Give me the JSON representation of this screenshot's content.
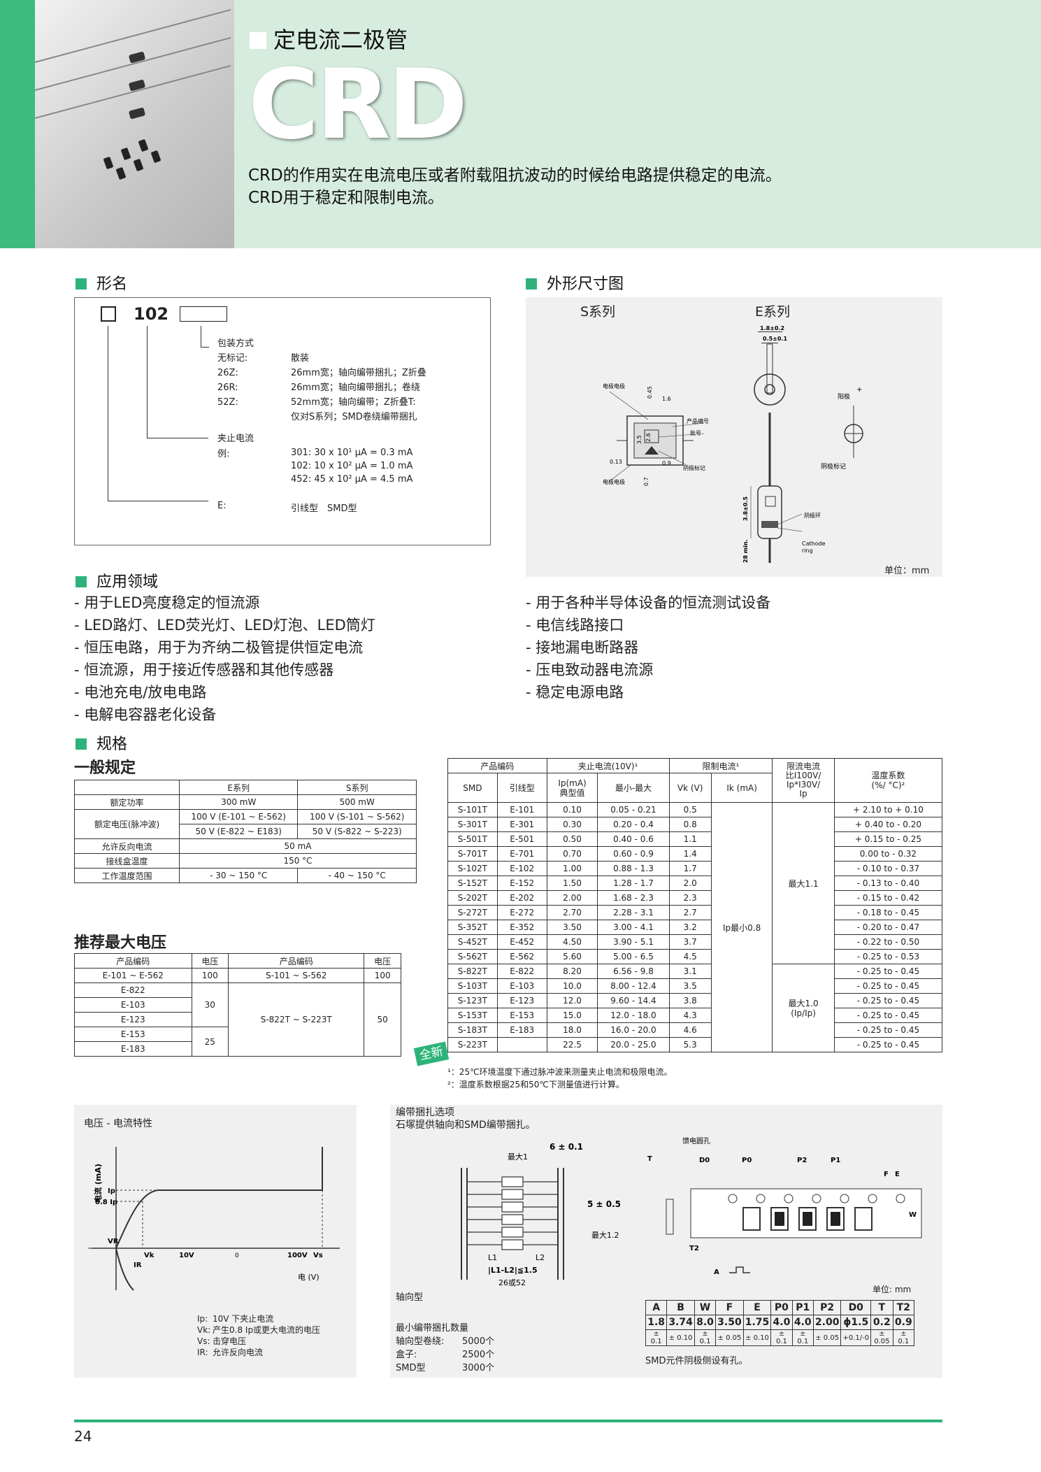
{
  "header": {
    "subtitle": "定电流二极管",
    "title": "CRD",
    "desc1": "CRD的作用实在电流电压或者附载阻抗波动的时候给电路提供稳定的电流。",
    "desc2": "CRD用于稳定和限制电流。"
  },
  "model": {
    "heading": "形名",
    "box_code": "102",
    "pack_title": "包装方式",
    "pack_rows": [
      {
        "k": "无标记:",
        "v": "散装"
      },
      {
        "k": "26Z:",
        "v": "26mm宽；轴向编带捆扎；Z折叠"
      },
      {
        "k": "26R:",
        "v": "26mm宽；轴向编带捆扎；卷绕"
      },
      {
        "k": "52Z:",
        "v": "52mm宽；轴向编带；Z折叠T:"
      },
      {
        "k": "",
        "v": "仅对S系列；SMD卷绕编带捆扎"
      }
    ],
    "cur_title": "夹止电流",
    "cur_k": "例:",
    "cur_rows": [
      "301: 30 x 10¹ μA = 0.3 mA",
      "102: 10 x 10² μA = 1.0 mA",
      "452: 45 x 10² μA = 4.5 mA"
    ],
    "e_k": "E:",
    "e_v": "引线型　SMD型"
  },
  "outline": {
    "heading": "外形尺寸图",
    "s_series": "S系列",
    "e_series": "E系列",
    "unit": "单位：mm",
    "labels": {
      "d1": "1.8±0.2",
      "d2": "0.5±0.1",
      "anode": "阳极",
      "plus": "+",
      "cathode_mark": "阴极标记",
      "cathode_ring": "阴极环",
      "cathode_ring_en1": "Cathode",
      "cathode_ring_en2": "ring",
      "l1": "3.8±0.5",
      "l2": "28 min.",
      "s_label1": "电极电极",
      "s_label2": "产品编号",
      "s_label3": "批号",
      "s_label4": "阴极标记",
      "s_label5": "电极电极",
      "s_d1": "1.6",
      "s_d2": "0.45",
      "s_d3": "3.5",
      "s_d4": "2.6",
      "s_d5": "0.9",
      "s_d6": "0.13",
      "s_d7": "0.7"
    }
  },
  "apps": {
    "heading": "应用领域",
    "left": [
      "- 用于LED亮度稳定的恒流源",
      "- LED路灯、LED荧光灯、LED灯泡、LED筒灯",
      "- 恒压电路，用于为齐纳二极管提供恒定电流",
      "- 恒流源，用于接近传感器和其他传感器",
      "- 电池充电/放电电路",
      "- 电解电容器老化设备"
    ],
    "right": [
      "- 用于各种半导体设备的恒流测试设备",
      "- 电信线路接口",
      "- 接地漏电断路器",
      "- 压电致动器电流源",
      "- 稳定电源电路"
    ]
  },
  "spec": {
    "heading": "规格",
    "general": "一般规定",
    "g_head": [
      "",
      "E系列",
      "S系列"
    ],
    "g_rows": [
      {
        "k": "额定功率",
        "e": "300 mW",
        "s": "500 mW"
      },
      {
        "k": "额定电压(脉冲波)",
        "e": "100 V (E-101 ~ E-562)",
        "s": "100 V (S-101 ~ S-562)",
        "e2": "50 V (E-822 ~ E183)",
        "s2": "50 V (S-822 ~ S-223)"
      },
      {
        "k": "允许反向电流",
        "both": "50 mA"
      },
      {
        "k": "接线盒温度",
        "both": "150 °C"
      },
      {
        "k": "工作温度范围",
        "e": "- 30 ~ 150 °C",
        "s": "- 40 ~ 150 °C"
      }
    ],
    "rec_title": "推荐最大电压",
    "rec_head": [
      "产品编码",
      "电压",
      "产品编码",
      "电压"
    ],
    "rec": {
      "r1a": "E-101 ~ E-562",
      "r1b": "100",
      "r1c": "S-101 ~ S-562",
      "r1d": "100",
      "e_list": [
        "E-822",
        "E-103",
        "E-123",
        "E-153",
        "E-183"
      ],
      "v30": "30",
      "v25": "25",
      "s_span": "S-822T ~ S-223T",
      "v50": "50"
    },
    "main_head": {
      "code": "产品编码",
      "ip": "夹止电流(10V)¹",
      "lim": "限制电流¹",
      "ratio1": "限流电流",
      "ratio2": "比I100V/",
      "ratio3": "Ip*I30V/",
      "ratio4": "Ip",
      "temp1": "温度系数",
      "temp2": "(%/ °C)²",
      "smd": "SMD",
      "lead": "引线型",
      "ipt1": "Ip(mA)",
      "ipt2": "典型值",
      "minmax": "最小-最大",
      "vk": "Vk (V)",
      "ik": "Ik (mA)"
    },
    "main_rows": [
      [
        "S-101T",
        "E-101",
        "0.10",
        "0.05 - 0.21",
        "0.5",
        "+ 2.10 to + 0.10"
      ],
      [
        "S-301T",
        "E-301",
        "0.30",
        "0.20 - 0.4",
        "0.8",
        "+ 0.40 to - 0.20"
      ],
      [
        "S-501T",
        "E-501",
        "0.50",
        "0.40 - 0.6",
        "1.1",
        "+ 0.15 to - 0.25"
      ],
      [
        "S-701T",
        "E-701",
        "0.70",
        "0.60 - 0.9",
        "1.4",
        "0.00 to - 0.32"
      ],
      [
        "S-102T",
        "E-102",
        "1.00",
        "0.88 - 1.3",
        "1.7",
        "- 0.10 to - 0.37"
      ],
      [
        "S-152T",
        "E-152",
        "1.50",
        "1.28 - 1.7",
        "2.0",
        "- 0.13 to - 0.40"
      ],
      [
        "S-202T",
        "E-202",
        "2.00",
        "1.68 - 2.3",
        "2.3",
        "- 0.15 to - 0.42"
      ],
      [
        "S-272T",
        "E-272",
        "2.70",
        "2.28 - 3.1",
        "2.7",
        "- 0.18 to - 0.45"
      ],
      [
        "S-352T",
        "E-352",
        "3.50",
        "3.00 - 4.1",
        "3.2",
        "- 0.20 to - 0.47"
      ],
      [
        "S-452T",
        "E-452",
        "4.50",
        "3.90 - 5.1",
        "3.7",
        "- 0.22 to - 0.50"
      ],
      [
        "S-562T",
        "E-562",
        "5.60",
        "5.00 - 6.5",
        "4.5",
        "- 0.25 to - 0.53"
      ],
      [
        "S-822T",
        "E-822",
        "8.20",
        "6.56 - 9.8",
        "3.1",
        "- 0.25 to - 0.45"
      ],
      [
        "S-103T",
        "E-103",
        "10.0",
        "8.00 - 12.4",
        "3.5",
        "- 0.25 to - 0.45"
      ],
      [
        "S-123T",
        "E-123",
        "12.0",
        "9.60 - 14.4",
        "3.8",
        "- 0.25 to - 0.45"
      ],
      [
        "S-153T",
        "E-153",
        "15.0",
        "12.0 - 18.0",
        "4.3",
        "- 0.25 to - 0.45"
      ],
      [
        "S-183T",
        "E-183",
        "18.0",
        "16.0 - 20.0",
        "4.6",
        "- 0.25 to - 0.45"
      ],
      [
        "S-223T",
        "",
        "22.5",
        "20.0 - 25.0",
        "5.3",
        "- 0.25 to - 0.45"
      ]
    ],
    "ik_span": "Ip最小0.8",
    "ratio_a": "最大1.1",
    "ratio_b1": "最大1.0",
    "ratio_b2": "(Ip/Ip)",
    "new_badge": "全新",
    "note1": "¹：25℃环境温度下通过脉冲波来测量夹止电流和极限电流。",
    "note2": "²：温度系数根据25和50℃下测量值进行计算。"
  },
  "iv": {
    "title": "电压 - 电流特性",
    "ylabel": "电流 (mA)",
    "xlabel": "电 (V)",
    "ip": "Ip",
    "ip08": "0.8 Ip",
    "vr": "VR",
    "vk": "Vk",
    "v10": "10V",
    "v100": "100V",
    "vs": "Vs",
    "ir": "IR",
    "zero": "0",
    "legend": [
      {
        "k": "Ip:",
        "v": "10V 下夹止电流"
      },
      {
        "k": "Vk:",
        "v": "产生0.8 Ip或更大电流的电压"
      },
      {
        "k": "Vs:",
        "v": "击穿电压"
      },
      {
        "k": "IR:",
        "v": "允许反向电流"
      }
    ]
  },
  "tape": {
    "title": "编带捆扎选项",
    "sub": "石塚提供轴向和SMD编带捆扎。",
    "axial": "轴向型",
    "a_max1": "最大1",
    "a_6": "6 ± 0.1",
    "a_5": "5 ± 0.5",
    "a_max12": "最大1.2",
    "a_l1": "L1",
    "a_l2": "L2",
    "a_l1l2": "|L1-L2|≦1.5",
    "a_2652": "26或52",
    "feed": "馈电圆孔",
    "smd_labels": [
      "T",
      "D0",
      "P0",
      "P2",
      "P1",
      "F",
      "E",
      "W",
      "T2",
      "A"
    ],
    "unit": "单位: mm",
    "t_head": [
      "A",
      "B",
      "W",
      "F",
      "E",
      "P0",
      "P1",
      "P2",
      "D0",
      "T",
      "T2"
    ],
    "t_val": [
      "1.8",
      "3.74",
      "8.0",
      "3.50",
      "1.75",
      "4.0",
      "4.0",
      "2.00",
      "ϕ1.5",
      "0.2",
      "0.9"
    ],
    "t_tol": [
      "± 0.1",
      "± 0.10",
      "± 0.1",
      "± 0.05",
      "± 0.10",
      "± 0.1",
      "± 0.1",
      "± 0.05",
      "+0.1/-0",
      "± 0.05",
      "± 0.1"
    ],
    "smd_note": "SMD元件阴极侧设有孔。",
    "min_title": "最小编带捆扎数量",
    "min_rows": [
      {
        "k": "轴向型卷绕:",
        "v": "5000个"
      },
      {
        "k": "盒子:",
        "v": "2500个"
      },
      {
        "k": "SMD型",
        "v": "3000个"
      }
    ]
  },
  "footer": {
    "page": "24"
  }
}
